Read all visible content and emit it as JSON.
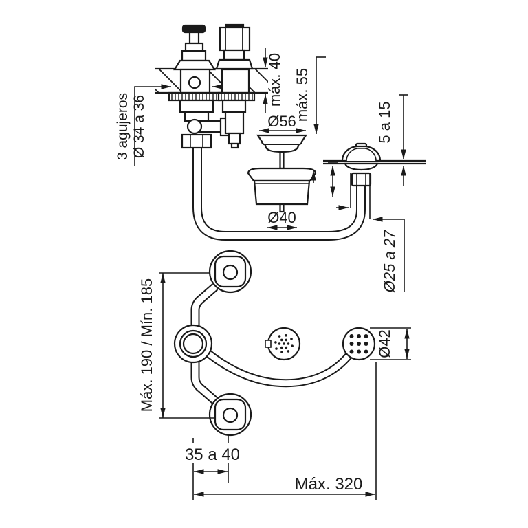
{
  "drawing": {
    "type": "technical-installation-diagram",
    "views": {
      "section": "deck-mounted bidet fitting with pop-up drain and hand spray, cross section",
      "plan": "top view of bidet fitting with two handles, strainer and spray head"
    },
    "labels": {
      "holes": "3 agujeros",
      "holes_diameter": "Ø 34 a 36",
      "max_deck_thickness": "máx. 40",
      "max_drain_deck_thickness": "máx. 55",
      "plug_diameter": "Ø56",
      "panel_thickness": "5 a 15",
      "drain_body_diameter": "Ø40",
      "spray_hole_diameter": "Ø25 a 27",
      "handle_spread": "Máx. 190 / Mín. 185",
      "spray_head_diameter": "Ø42",
      "handle_offset": "35 a 40",
      "max_reach": "Máx. 320"
    },
    "colors": {
      "line": "#1a1a1a",
      "background": "#ffffff"
    }
  }
}
